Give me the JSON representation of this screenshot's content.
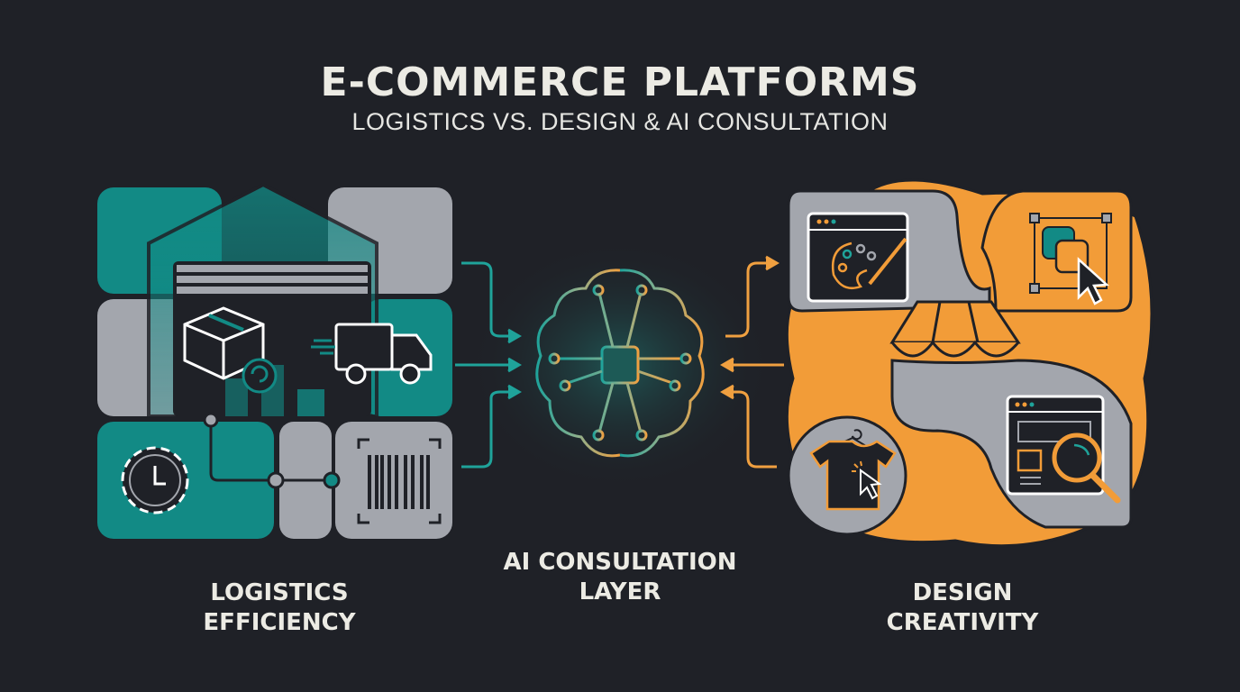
{
  "header": {
    "title": "E-COMMERCE PLATFORMS",
    "subtitle": "LOGISTICS VS. DESIGN & AI CONSULTATION"
  },
  "panels": {
    "logistics": {
      "label_line1": "LOGISTICS",
      "label_line2": "EFFICIENCY",
      "icons": [
        "warehouse-icon",
        "package-box-icon",
        "return-arrow-icon",
        "delivery-truck-icon",
        "gear-clock-icon",
        "barcode-scan-icon"
      ],
      "color": "#128a85"
    },
    "ai": {
      "label_line1": "AI CONSULTATION",
      "label_line2": "LAYER",
      "icons": [
        "brain-circuit-icon",
        "chip-icon"
      ]
    },
    "design": {
      "label_line1": "DESIGN",
      "label_line2": "CREATIVITY",
      "icons": [
        "browser-palette-icon",
        "select-shapes-cursor-icon",
        "storefront-awning-icon",
        "tshirt-cursor-icon",
        "browser-search-icon"
      ],
      "color": "#f29c38"
    }
  },
  "colors": {
    "background": "#1f2127",
    "teal": "#128a85",
    "orange": "#f29c38",
    "gray": "#a3a6ad",
    "text": "#ecebe4"
  }
}
